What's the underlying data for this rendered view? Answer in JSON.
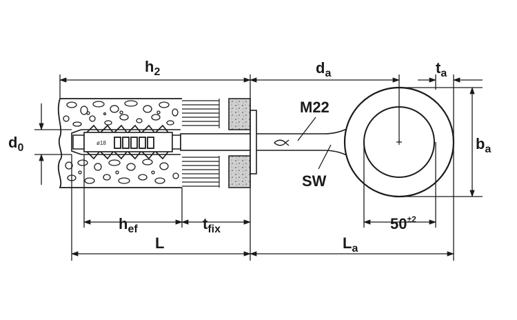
{
  "diagram": {
    "labels": {
      "h2": {
        "main": "h",
        "sub": "2"
      },
      "da": {
        "main": "d",
        "sub": "a"
      },
      "ta": {
        "main": "t",
        "sub": "a"
      },
      "m22": "M22",
      "d0": {
        "main": "d",
        "sub": "0"
      },
      "ba": {
        "main": "b",
        "sub": "a"
      },
      "sw": "SW",
      "hef": {
        "main": "h",
        "sub": "ef"
      },
      "tfix": {
        "main": "t",
        "sub": "fix"
      },
      "dim50": {
        "main": "50",
        "sup": "±2"
      },
      "L": "L",
      "La": {
        "main": "L",
        "sub": "a"
      },
      "anchor_marking": "ø18"
    },
    "colors": {
      "line": "#1a1a1a",
      "plate": "#bfbfbf",
      "background": "#ffffff"
    }
  }
}
